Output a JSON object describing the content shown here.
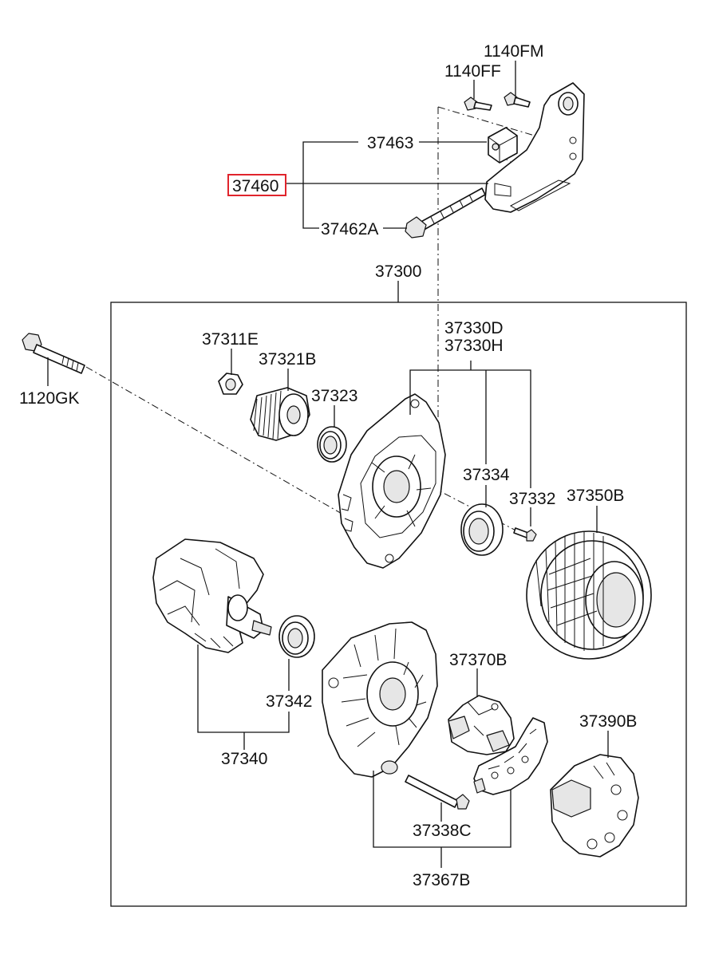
{
  "diagram": {
    "highlight_color": "#e0242c",
    "labels": {
      "p1140FM": "1140FM",
      "p1140FF": "1140FF",
      "p37463": "37463",
      "p37460": "37460",
      "p37462A": "37462A",
      "p37300": "37300",
      "p37330D": "37330D",
      "p37330H": "37330H",
      "p37311E": "37311E",
      "p37321B": "37321B",
      "p37323": "37323",
      "p1120GK": "1120GK",
      "p37334": "37334",
      "p37332": "37332",
      "p37350B": "37350B",
      "p37370B": "37370B",
      "p37342": "37342",
      "p37340": "37340",
      "p37390B": "37390B",
      "p37338C": "37338C",
      "p37367B": "37367B"
    }
  }
}
